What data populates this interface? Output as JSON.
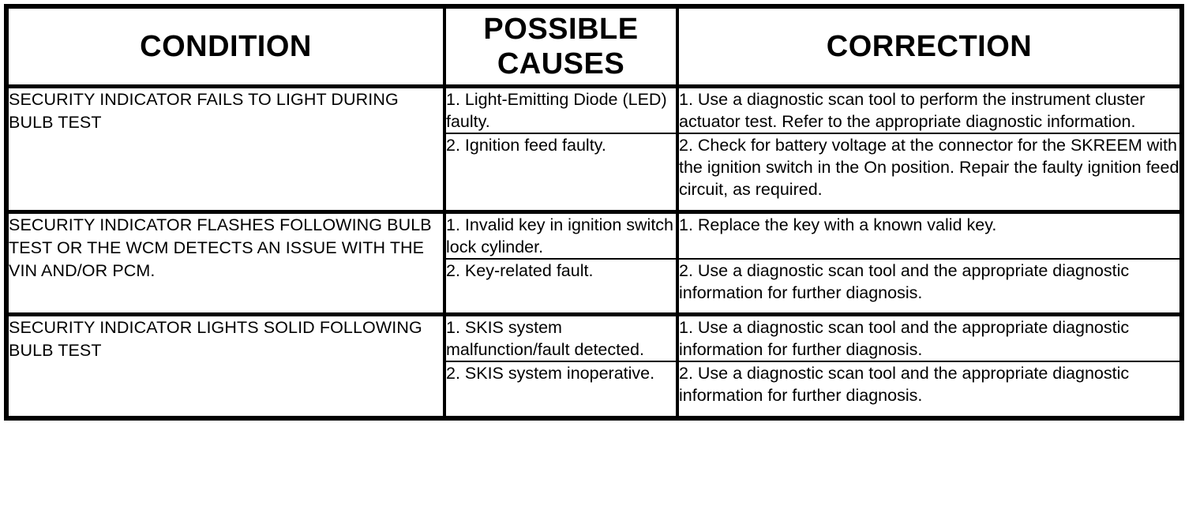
{
  "table": {
    "headers": {
      "condition": "CONDITION",
      "possible_causes_line1": "POSSIBLE",
      "possible_causes_line2": "CAUSES",
      "correction": "CORRECTION"
    },
    "groups": [
      {
        "condition": "SECURITY INDICATOR FAILS TO LIGHT DURING BULB TEST",
        "rows": [
          {
            "cause": "1. Light-Emitting Diode (LED) faulty.",
            "correction": "1. Use a diagnostic scan tool to perform the instrument cluster actuator test. Refer to the appropriate diagnostic information."
          },
          {
            "cause": "2. Ignition feed faulty.",
            "correction": "2. Check for battery voltage at the connector for the SKREEM with the ignition switch in the On position. Repair the faulty ignition feed circuit, as required."
          }
        ]
      },
      {
        "condition": "SECURITY INDICATOR FLASHES FOLLOWING BULB TEST OR THE WCM DETECTS AN ISSUE WITH THE VIN AND/OR PCM.",
        "rows": [
          {
            "cause": "1. Invalid key in ignition switch lock cylinder.",
            "correction": "1. Replace the key with a known valid key."
          },
          {
            "cause": "2. Key-related fault.",
            "correction": "2. Use a diagnostic scan tool and the appropriate diagnostic information for further diagnosis."
          }
        ]
      },
      {
        "condition": "SECURITY INDICATOR LIGHTS SOLID FOLLOWING BULB TEST",
        "rows": [
          {
            "cause": "1. SKIS system malfunction/fault detected.",
            "correction": "1. Use a diagnostic scan tool and the appropriate diagnostic information for further diagnosis."
          },
          {
            "cause": "2. SKIS system inoperative.",
            "correction": "2. Use a diagnostic scan tool and the appropriate diagnostic information for further diagnosis."
          }
        ]
      }
    ]
  },
  "colors": {
    "ink": "#000000",
    "paper": "#ffffff"
  }
}
